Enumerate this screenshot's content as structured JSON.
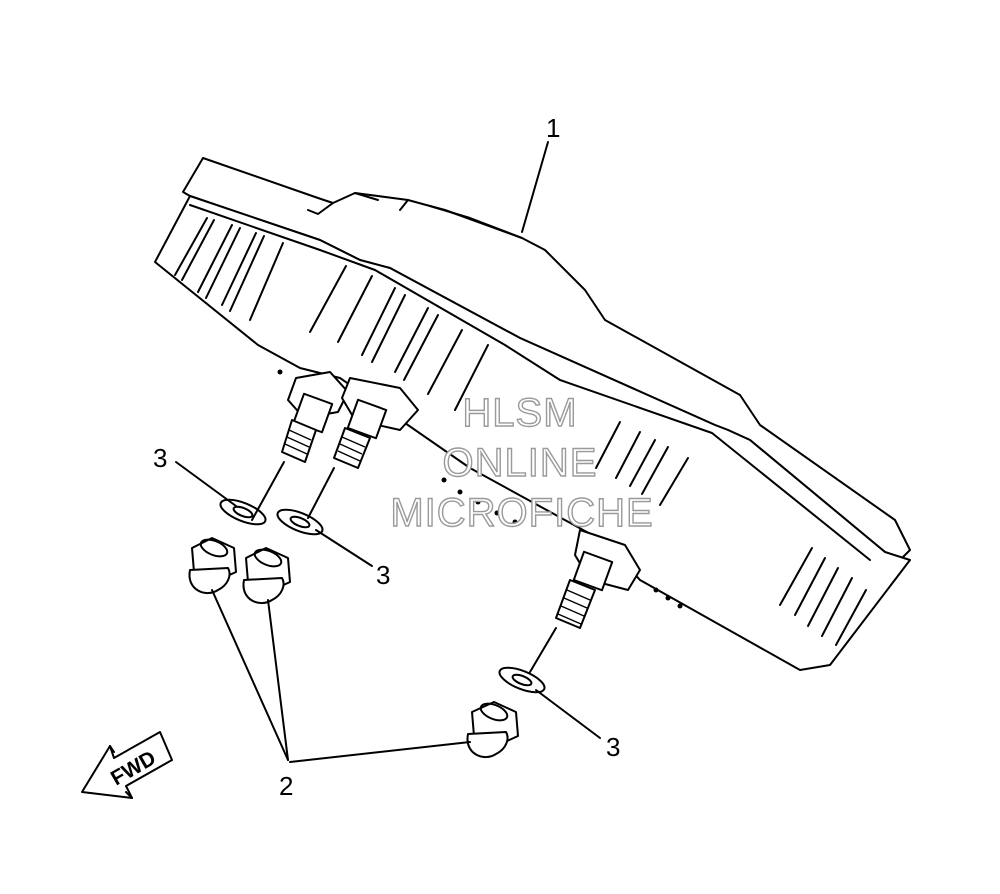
{
  "diagram": {
    "callouts": {
      "meter_assembly": "1",
      "nut": "2",
      "washer_a": "3",
      "washer_b": "3",
      "washer_c": "3"
    },
    "direction_label": "FWD",
    "watermark": {
      "line1": "HLSM",
      "line2": "ONLINE",
      "line3": "MICROFICHE"
    }
  }
}
